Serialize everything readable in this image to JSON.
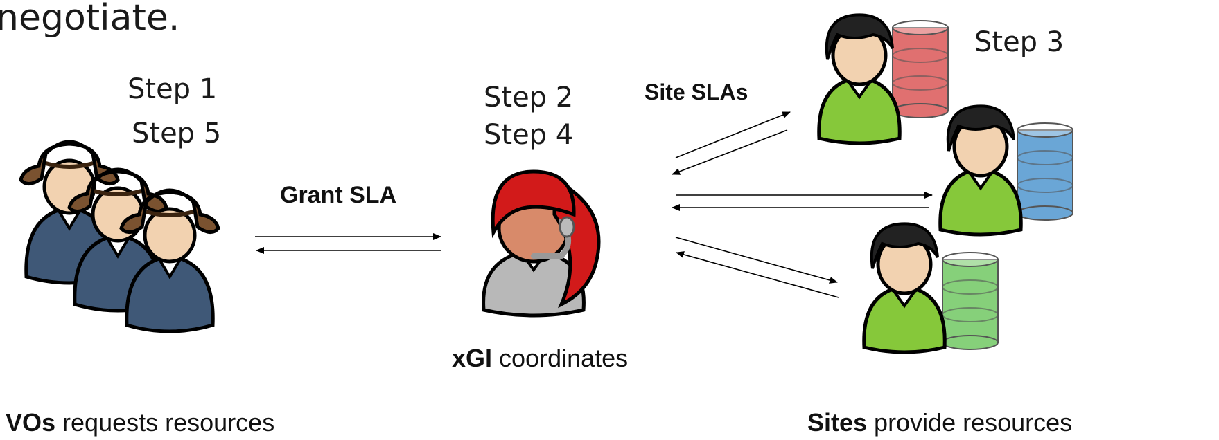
{
  "heading": "negotiate.",
  "steps": {
    "step1": "Step 1",
    "step5": "Step 5",
    "step2": "Step 2",
    "step4": "Step 4",
    "step3": "Step 3"
  },
  "labels": {
    "grant_sla": "Grant SLA",
    "site_slas": "Site SLAs"
  },
  "captions": {
    "vos_bold": "VOs",
    "vos_rest": " requests resources",
    "xgi_bold": "xGI",
    "xgi_rest": " coordinates",
    "sites_bold": "Sites",
    "sites_rest": " provide resources"
  },
  "colors": {
    "vo_body": "#3f5877",
    "vo_hat": "#7a5230",
    "coordinator_helmet": "#d21a1a",
    "coordinator_body": "#b8b8b8",
    "site_body": "#86c83a",
    "db_red": "#e07070",
    "db_blue": "#6aa6d6",
    "db_green": "#86d07a",
    "skin": "#f2d2b0"
  },
  "icons": [
    "vo-group-icon",
    "coordinator-icon",
    "site-admin-icon",
    "database-icon",
    "arrow-icon"
  ]
}
